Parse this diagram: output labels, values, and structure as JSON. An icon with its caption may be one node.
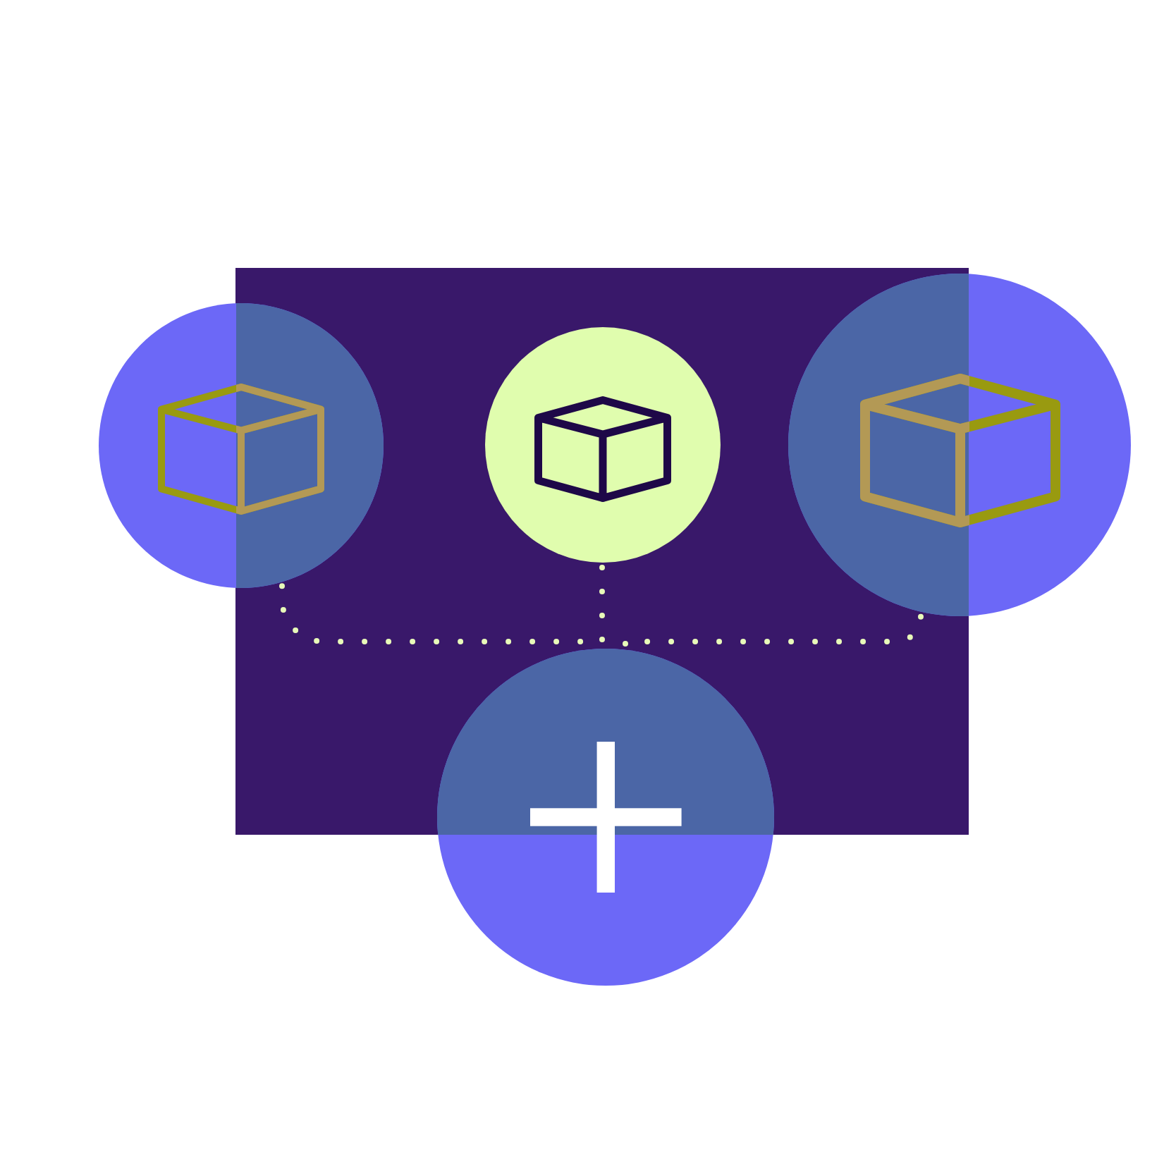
{
  "diagram": {
    "nodes": [
      {
        "text": [],
        "shape": "circle"
      },
      {
        "text": [],
        "shape": "circle"
      },
      {
        "text": [],
        "shape": "circle"
      },
      {
        "text": [],
        "shape": "circle"
      }
    ],
    "edges": [
      {
        "from": 0,
        "to": 3,
        "arrow": "none",
        "style": "dashed"
      },
      {
        "from": 1,
        "to": 3,
        "arrow": "none",
        "style": "dashed"
      },
      {
        "from": 2,
        "to": 3,
        "arrow": "none",
        "style": "dashed"
      }
    ]
  }
}
